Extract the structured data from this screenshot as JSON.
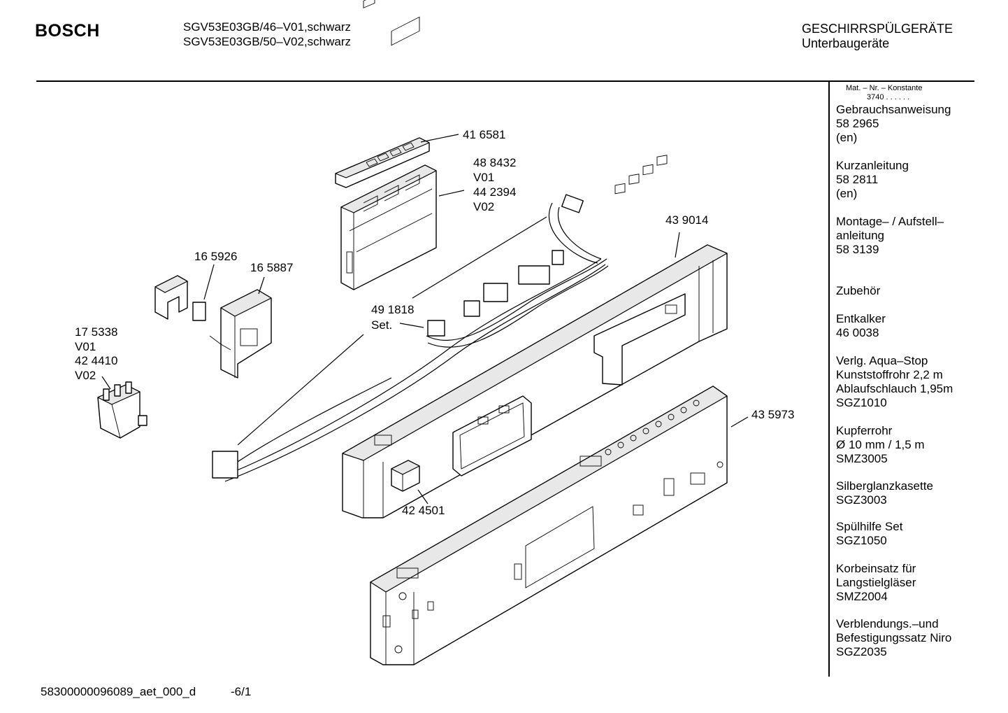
{
  "header": {
    "brand": "BOSCH",
    "models": [
      "SGV53E03GB/46–V01,schwarz",
      "SGV53E03GB/50–V02,schwarz"
    ],
    "category": "GESCHIRRSPÜLGERÄTE",
    "subcategory": "Unterbaugeräte"
  },
  "sidebar": {
    "header_line1": "Mat. – Nr. – Konstante",
    "header_line2": "3740 . . . . . .",
    "groups": [
      [
        "Gebrauchsanweisung",
        "58 2965",
        "(en)"
      ],
      [
        "Kurzanleitung",
        "58 2811",
        "(en)"
      ],
      [
        "Montage– / Aufstell–",
        "anleitung",
        "58 3139"
      ],
      [
        "Zubehör"
      ],
      [
        "Entkalker",
        "46 0038"
      ],
      [
        "Verlg. Aqua–Stop",
        "Kunststoffrohr 2,2 m",
        "Ablaufschlauch 1,95m",
        "SGZ1010"
      ],
      [
        "Kupferrohr",
        "Ø 10 mm / 1,5 m",
        "SMZ3005"
      ],
      [
        "Silberglanzkasette",
        "SGZ3003"
      ],
      [
        "Spülhilfe Set",
        "SGZ1050"
      ],
      [
        "Korbeinsatz für",
        "Langstielgläser",
        "SMZ2004"
      ],
      [
        "Verblendungs.–und",
        "Befestigungssatz Niro",
        "SGZ2035"
      ]
    ]
  },
  "diagram": {
    "labels": {
      "p416581": "41 6581",
      "p488432": "48 8432",
      "v01a": "V01",
      "p442394": "44 2394",
      "v02a": "V02",
      "p439014": "43 9014",
      "p165926": "16 5926",
      "p165887": "16 5887",
      "p491818": "49 1818",
      "set": "Set.",
      "p175338": "17 5338",
      "v01b": "V01",
      "p424410": "42 4410",
      "v02b": "V02",
      "p435973": "43 5973",
      "p424501": "42 4501"
    }
  },
  "footer": {
    "doc_id": "58300000096089_aet_000_d",
    "page": "-6/1"
  }
}
